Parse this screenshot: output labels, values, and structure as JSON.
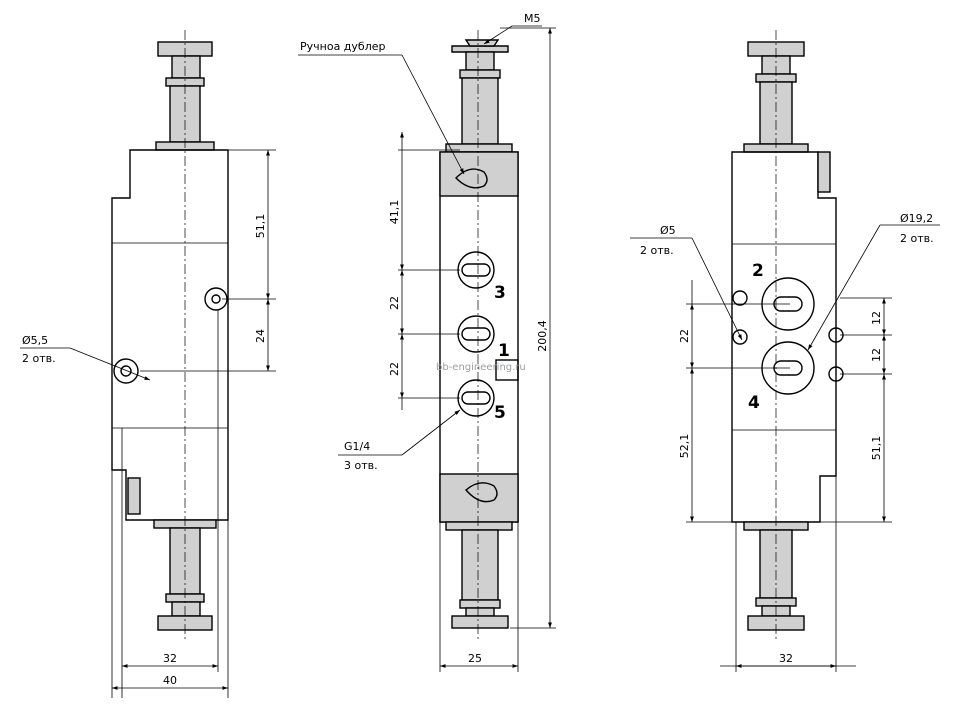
{
  "labels": {
    "manual_override": "Ручноа дублер",
    "thread_m5": "M5",
    "hole_d55": "Ø5,5",
    "holes_2": "2 отв.",
    "port_thread": "G1/4",
    "holes_3": "3 отв.",
    "hole_d5": "Ø5",
    "holes_2b": "2 отв.",
    "hole_d192": "Ø19,2",
    "holes_2c": "2 отв."
  },
  "dimensions": {
    "left_51_1": "51,1",
    "left_24": "24",
    "left_32": "32",
    "left_40": "40",
    "mid_41_1": "41,1",
    "mid_22a": "22",
    "mid_22b": "22",
    "mid_200_4": "200,4",
    "mid_25": "25",
    "right_22": "22",
    "right_12a": "12",
    "right_12b": "12",
    "right_52_1": "52,1",
    "right_51_1": "51,1",
    "right_32": "32"
  },
  "ports": {
    "p3": "3",
    "p1": "1",
    "p5": "5",
    "p2": "2",
    "p4": "4"
  },
  "watermark": "bb-engineering.ru"
}
